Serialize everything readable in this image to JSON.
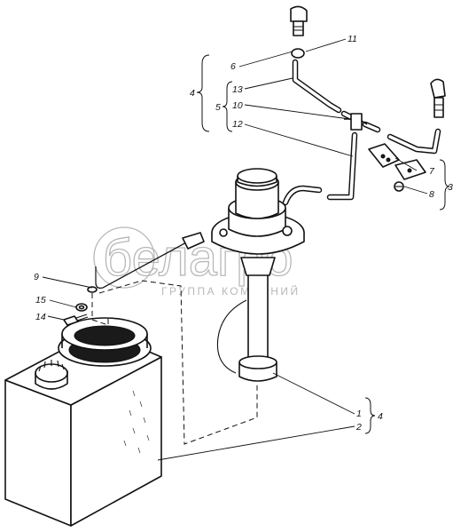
{
  "watermark": {
    "brand": "белагро",
    "subtitle": "ГРУППА КОМПАНИЙ"
  },
  "callouts": {
    "n1": "1",
    "n2": "2",
    "n3": "3",
    "n4_top": "4",
    "n4_bottom": "4",
    "n5": "5",
    "n6": "6",
    "n7": "7",
    "n8": "8",
    "n9": "9",
    "n10": "10",
    "n11": "11",
    "n12": "12",
    "n13": "13",
    "n14": "14",
    "n15": "15"
  }
}
